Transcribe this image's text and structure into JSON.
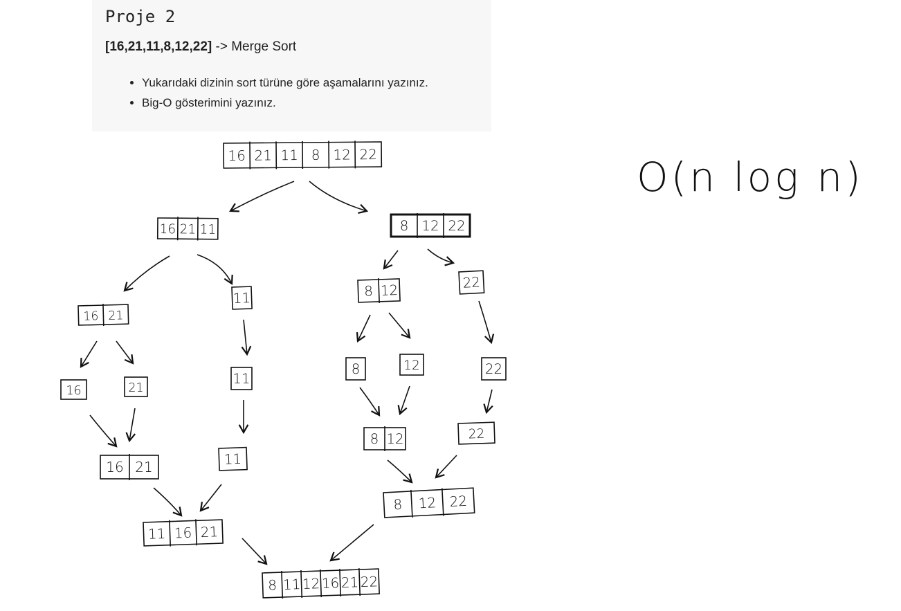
{
  "header": {
    "title": "Proje 2",
    "array": "[16,21,11,8,12,22]",
    "sort_label": " -> Merge Sort",
    "tasks": [
      "Yukarıdaki dizinin sort türüne göre aşamalarını yazınız.",
      "Big-O gösterimini yazınız."
    ]
  },
  "complexity": "O(n log n)",
  "diagram": {
    "root": [
      "16",
      "21",
      "11",
      "8",
      "12",
      "22"
    ],
    "split_left": [
      "16",
      "21",
      "11"
    ],
    "split_right": [
      "8",
      "12",
      "22"
    ],
    "left_pair": [
      "16",
      "21"
    ],
    "left_single": [
      "11"
    ],
    "right_pair": [
      "8",
      "12"
    ],
    "right_single": [
      "22"
    ],
    "leaf_16": [
      "16"
    ],
    "leaf_21": [
      "21"
    ],
    "leaf_11": [
      "11"
    ],
    "leaf_8": [
      "8"
    ],
    "leaf_12": [
      "12"
    ],
    "leaf_22": [
      "22"
    ],
    "merge_16_21": [
      "16",
      "21"
    ],
    "merge_11": [
      "11"
    ],
    "merge_8_12": [
      "8",
      "12"
    ],
    "merge_22": [
      "22"
    ],
    "merge_left3": [
      "11",
      "16",
      "21"
    ],
    "merge_right3": [
      "8",
      "12",
      "22"
    ],
    "final": [
      "8",
      "11",
      "12",
      "16",
      "21",
      "22"
    ]
  }
}
